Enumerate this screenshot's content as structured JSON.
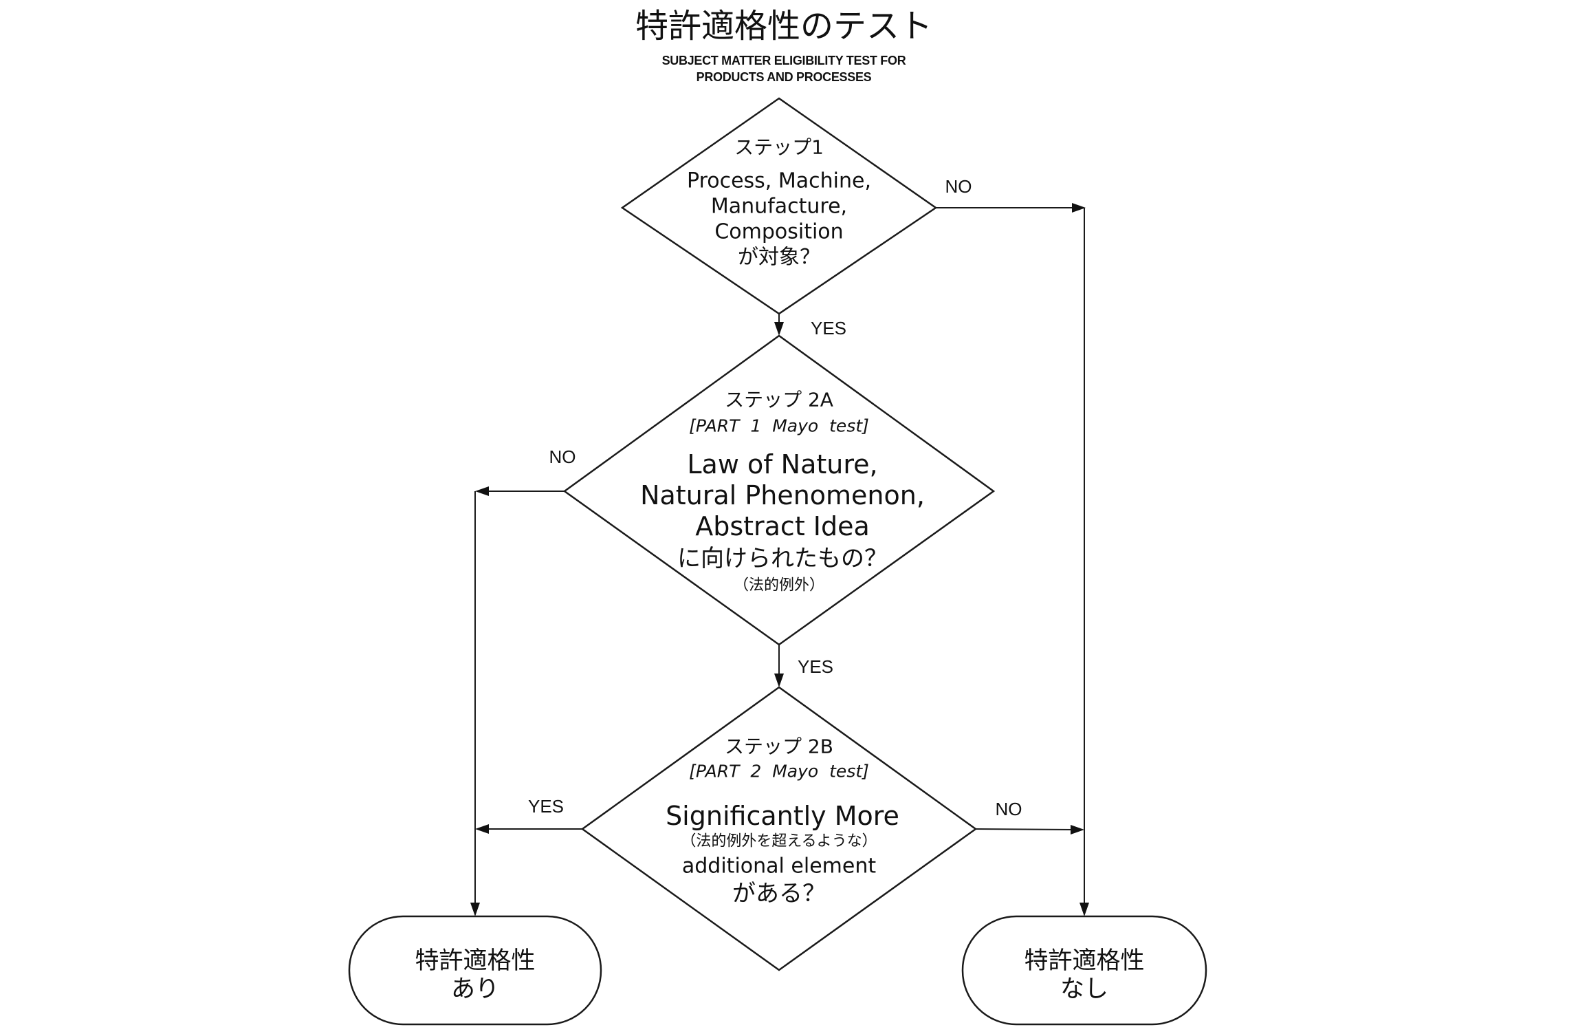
{
  "title": "特許適格性のテスト",
  "subtitle": [
    "SUBJECT MATTER ELIGIBILITY TEST FOR",
    "PRODUCTS AND PROCESSES"
  ],
  "step1": {
    "label": "ステップ1",
    "lines": [
      "Process, Machine,",
      "Manufacture,",
      "Composition",
      "が対象？"
    ]
  },
  "step2a": {
    "label": "ステップ 2A",
    "part": "[PART 1 Mayo test]",
    "lines": [
      "Law of Nature,",
      "Natural Phenomenon,",
      "Abstract Idea",
      "に向けられたもの？"
    ],
    "note": "（法的例外）"
  },
  "step2b": {
    "label": "ステップ 2B",
    "part": "[PART 2 Mayo test]",
    "headline": "Significantly More",
    "note": "（法的例外を超えるような）",
    "lines": [
      "additional element",
      "がある？"
    ]
  },
  "edges": {
    "step1_no": "NO",
    "step1_yes": "YES",
    "step2a_no": "NO",
    "step2a_yes": "YES",
    "step2b_yes": "YES",
    "step2b_no": "NO"
  },
  "outcomes": {
    "eligible": [
      "特許適格性",
      "あり"
    ],
    "ineligible": [
      "特許適格性",
      "なし"
    ]
  }
}
